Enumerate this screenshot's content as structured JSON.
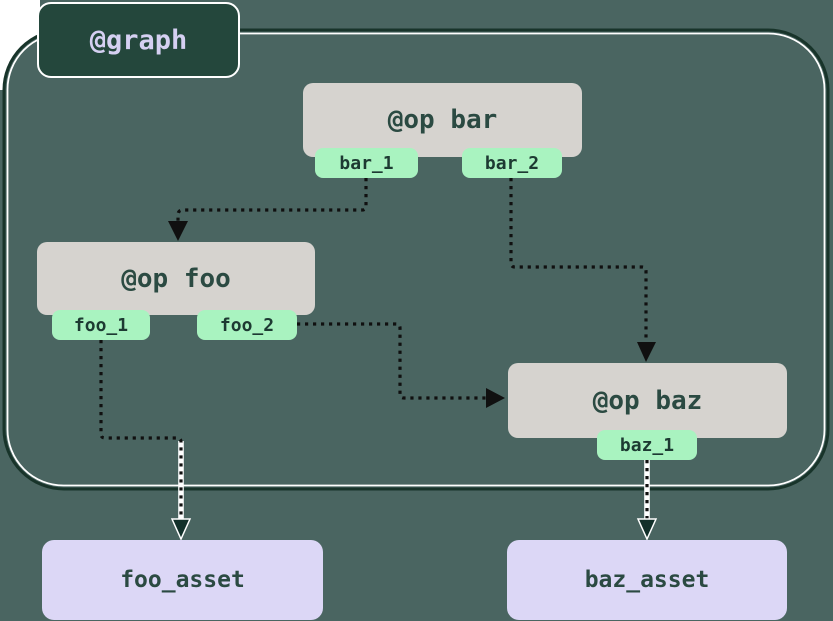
{
  "graph": {
    "label": "@graph"
  },
  "ops": [
    {
      "id": "bar",
      "label": "@op bar",
      "outputs": [
        "bar_1",
        "bar_2"
      ]
    },
    {
      "id": "foo",
      "label": "@op foo",
      "outputs": [
        "foo_1",
        "foo_2"
      ]
    },
    {
      "id": "baz",
      "label": "@op baz",
      "outputs": [
        "baz_1"
      ]
    }
  ],
  "assets": [
    {
      "label": "foo_asset"
    },
    {
      "label": "baz_asset"
    }
  ],
  "edges": [
    {
      "from": "bar_1",
      "to": "@op foo"
    },
    {
      "from": "bar_2",
      "to": "@op baz"
    },
    {
      "from": "foo_2",
      "to": "@op baz"
    },
    {
      "from": "foo_1",
      "to": "foo_asset"
    },
    {
      "from": "baz_1",
      "to": "baz_asset"
    }
  ],
  "colors": {
    "background": "#4a6561",
    "container_stroke_dark": "#18342a",
    "container_stroke_light": "#ffffff",
    "badge_fill": "#24473c",
    "badge_text": "#d5d0f2",
    "op_fill": "#d6d3cf",
    "output_tag_fill": "#a9f3c0",
    "asset_fill": "#dcd7f6",
    "edge_color": "#101010",
    "text_dark": "#2b4a42"
  }
}
